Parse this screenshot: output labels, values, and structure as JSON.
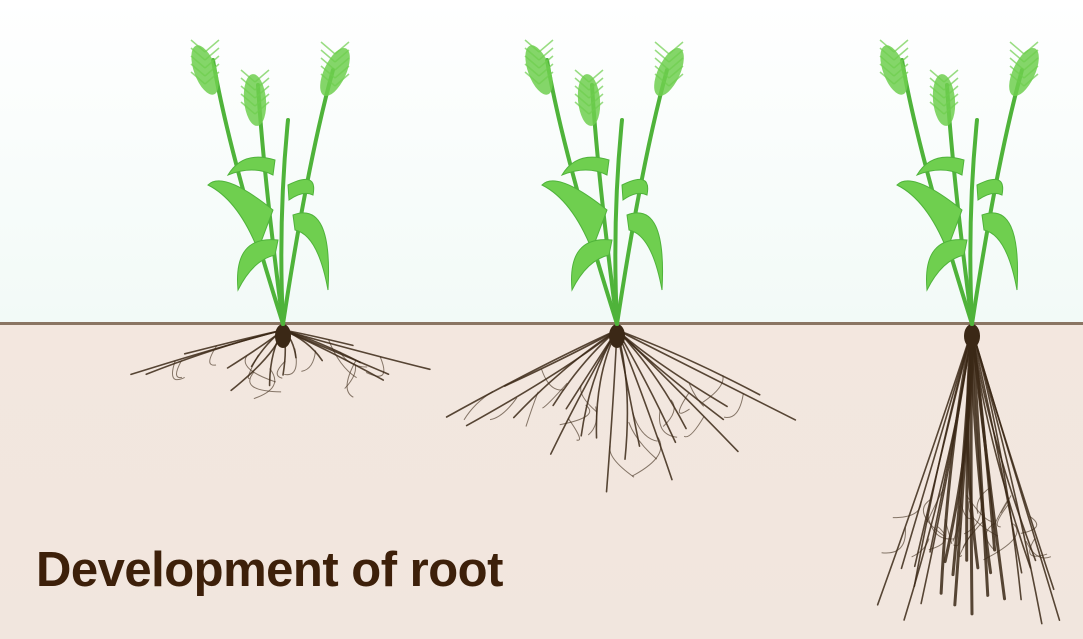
{
  "caption": "Development of root",
  "colors": {
    "sky": "#f2faf7",
    "soil": "#f3e7df",
    "ground_line": "#8a7563",
    "plant": "#6fcf4f",
    "plant_dark": "#4fb33a",
    "root": "#3b2816",
    "caption": "#3d200a"
  },
  "plants": [
    {
      "stage": 1,
      "root_depth": 0.2
    },
    {
      "stage": 2,
      "root_depth": 0.5
    },
    {
      "stage": 3,
      "root_depth": 1.0
    }
  ]
}
